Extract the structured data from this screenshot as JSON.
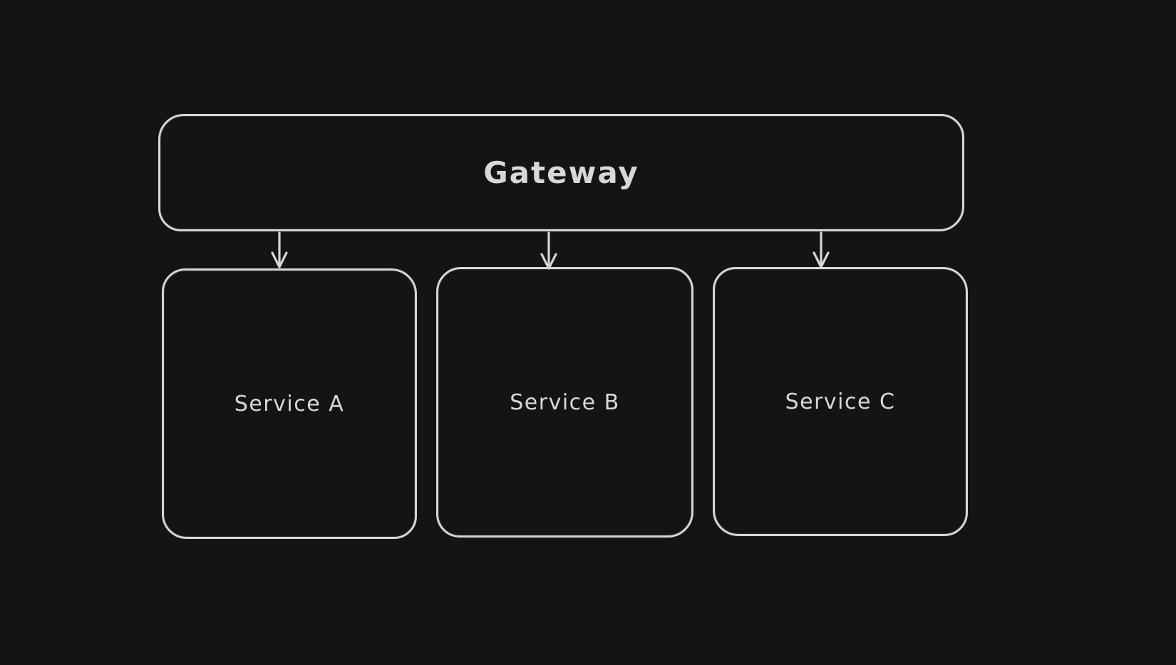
{
  "diagram": {
    "nodes": [
      {
        "id": "gateway",
        "label": "Gateway"
      },
      {
        "id": "service-a",
        "label": "Service A"
      },
      {
        "id": "service-b",
        "label": "Service B"
      },
      {
        "id": "service-c",
        "label": "Service C"
      }
    ],
    "edges": [
      {
        "from": "gateway",
        "to": "service-a",
        "arrowhead": "arrow"
      },
      {
        "from": "gateway",
        "to": "service-b",
        "arrowhead": "arrow"
      },
      {
        "from": "gateway",
        "to": "service-c",
        "arrowhead": "arrow"
      }
    ],
    "colors": {
      "background": "#141414",
      "stroke": "#d6d6d6",
      "text": "#d8d8d8"
    }
  }
}
